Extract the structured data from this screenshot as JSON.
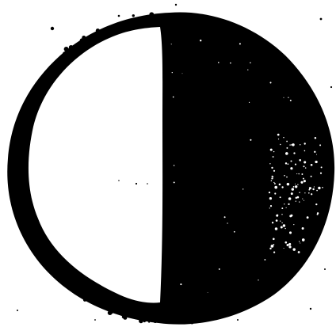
{
  "image": {
    "subject": "half-moon-symbol",
    "background_color": "#ffffff",
    "ink_color": "#000000",
    "lit_side": "left",
    "texture": "speckled-print"
  }
}
